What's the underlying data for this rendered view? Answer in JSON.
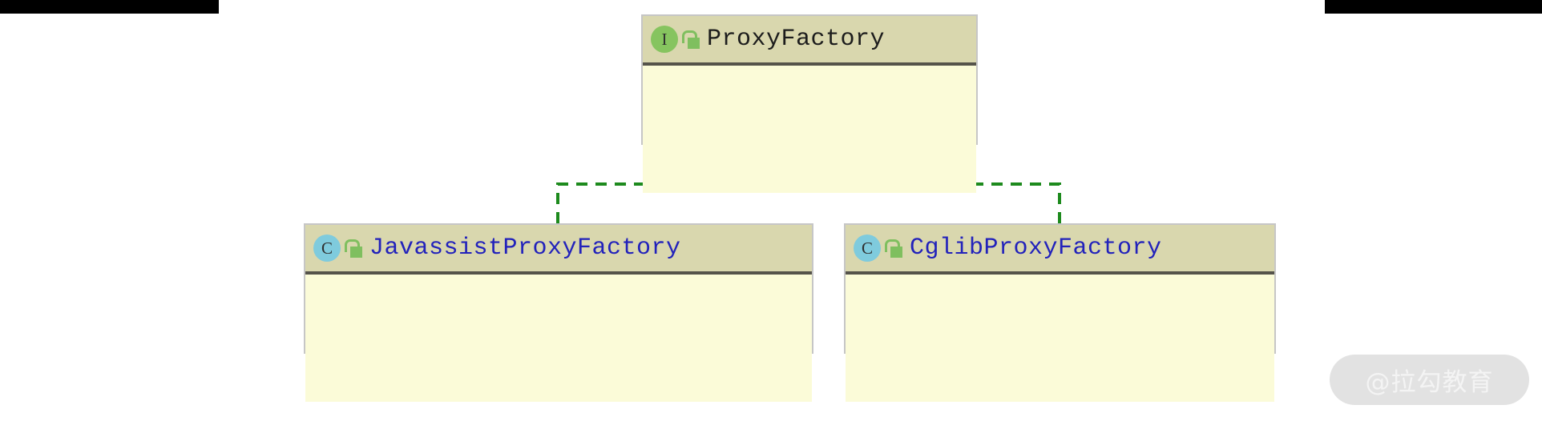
{
  "diagram": {
    "kind": "uml-class-diagram",
    "relation_type": "realization",
    "colors": {
      "node_header_bg": "#d9d7ae",
      "node_body_bg": "#fbfbd8",
      "node_border": "#c6c6c6",
      "header_divider": "#55534a",
      "interface_badge": "#86c45f",
      "class_badge": "#7fcbdd",
      "lock_green": "#7fbf5f",
      "connector_green": "#1d8a1d",
      "interface_name_color": "#1c1c1c",
      "class_name_color": "#2222bb",
      "crop_bar": "#000000",
      "watermark_bg": "#e2e2e2",
      "watermark_text": "#f4f4f4"
    },
    "nodes": [
      {
        "id": "proxy-factory",
        "name": "ProxyFactory",
        "stereotype": "I",
        "stereotype_label": "interface",
        "visibility_icon": "open-padlock-icon",
        "members": []
      },
      {
        "id": "javassist-proxy-factory",
        "name": "JavassistProxyFactory",
        "stereotype": "C",
        "stereotype_label": "class",
        "visibility_icon": "open-padlock-icon",
        "members": []
      },
      {
        "id": "cglib-proxy-factory",
        "name": "CglibProxyFactory",
        "stereotype": "C",
        "stereotype_label": "class",
        "visibility_icon": "open-padlock-icon",
        "members": []
      }
    ],
    "edges": [
      {
        "from": "javassist-proxy-factory",
        "to": "proxy-factory",
        "style": "dashed",
        "arrow": "closed-triangle"
      },
      {
        "from": "cglib-proxy-factory",
        "to": "proxy-factory",
        "style": "dashed",
        "arrow": "closed-triangle"
      }
    ]
  },
  "watermark": {
    "text": "@拉勾教育"
  }
}
